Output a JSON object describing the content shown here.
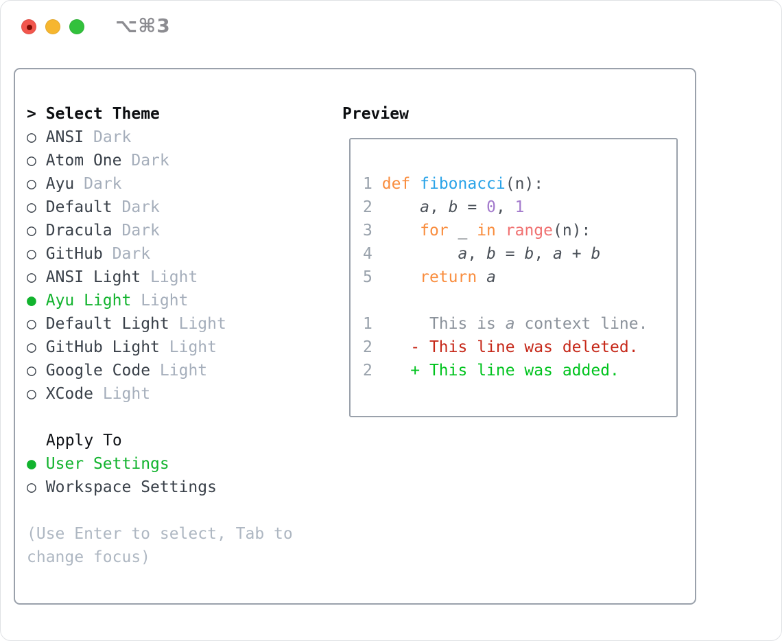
{
  "window": {
    "title_shortcut": "⌥⌘3",
    "traffic_lights": [
      {
        "name": "close",
        "color": "#f2564d"
      },
      {
        "name": "minimize",
        "color": "#f6b62f"
      },
      {
        "name": "zoom",
        "color": "#32c13c"
      }
    ]
  },
  "icons": {
    "focus_caret": ">",
    "radio_selected": "●",
    "radio_unselected": "○"
  },
  "colors": {
    "accent_green": "#12b32e",
    "panel_border": "#9aa1ab",
    "variant_gray": "#a5aebb",
    "hint_gray": "#aeb7c2",
    "text_dark": "#394049",
    "header_black": "#0c0e11",
    "line_number_gray": "#98a1ab",
    "code_default": "#4a5058",
    "keyword_orange": "#f98d3e",
    "function_blue": "#2aa3e8",
    "number_purple": "#a37acc",
    "builtin_coral": "#f07171",
    "context_gray": "#8b929b",
    "diff_red": "#c62819",
    "diff_green": "#00c31e"
  },
  "theme_picker": {
    "header": "Select Theme",
    "items": [
      {
        "name": "ANSI",
        "variant": "Dark",
        "selected": false
      },
      {
        "name": "Atom One",
        "variant": "Dark",
        "selected": false
      },
      {
        "name": "Ayu",
        "variant": "Dark",
        "selected": false
      },
      {
        "name": "Default",
        "variant": "Dark",
        "selected": false
      },
      {
        "name": "Dracula",
        "variant": "Dark",
        "selected": false
      },
      {
        "name": "GitHub",
        "variant": "Dark",
        "selected": false
      },
      {
        "name": "ANSI Light",
        "variant": "Light",
        "selected": false
      },
      {
        "name": "Ayu Light",
        "variant": "Light",
        "selected": true
      },
      {
        "name": "Default Light",
        "variant": "Light",
        "selected": false
      },
      {
        "name": "GitHub Light",
        "variant": "Light",
        "selected": false
      },
      {
        "name": "Google Code",
        "variant": "Light",
        "selected": false
      },
      {
        "name": "XCode",
        "variant": "Light",
        "selected": false
      }
    ],
    "apply_to": {
      "header": "Apply To",
      "options": [
        {
          "name": "User Settings",
          "selected": true
        },
        {
          "name": "Workspace Settings",
          "selected": false
        }
      ]
    },
    "hint_lines": [
      "(Use Enter to select, Tab to",
      "change focus)"
    ]
  },
  "preview": {
    "header": "Preview",
    "lines": [
      {
        "number": "1",
        "tokens": [
          {
            "text": "def",
            "style": "keyword"
          },
          {
            "text": " ",
            "style": "default"
          },
          {
            "text": "fibonacci",
            "style": "function"
          },
          {
            "text": "(n):",
            "style": "default"
          }
        ]
      },
      {
        "number": "2",
        "tokens": [
          {
            "text": "    ",
            "style": "default"
          },
          {
            "text": "a",
            "style": "variable"
          },
          {
            "text": ", ",
            "style": "default"
          },
          {
            "text": "b",
            "style": "variable"
          },
          {
            "text": " = ",
            "style": "default"
          },
          {
            "text": "0",
            "style": "number"
          },
          {
            "text": ", ",
            "style": "default"
          },
          {
            "text": "1",
            "style": "number"
          }
        ]
      },
      {
        "number": "3",
        "tokens": [
          {
            "text": "    ",
            "style": "default"
          },
          {
            "text": "for",
            "style": "keyword"
          },
          {
            "text": " _ ",
            "style": "default"
          },
          {
            "text": "in",
            "style": "keyword"
          },
          {
            "text": " ",
            "style": "default"
          },
          {
            "text": "range",
            "style": "builtin"
          },
          {
            "text": "(n):",
            "style": "default"
          }
        ]
      },
      {
        "number": "4",
        "tokens": [
          {
            "text": "        ",
            "style": "default"
          },
          {
            "text": "a",
            "style": "variable"
          },
          {
            "text": ", ",
            "style": "default"
          },
          {
            "text": "b",
            "style": "variable"
          },
          {
            "text": " = ",
            "style": "default"
          },
          {
            "text": "b",
            "style": "variable"
          },
          {
            "text": ", ",
            "style": "default"
          },
          {
            "text": "a",
            "style": "variable"
          },
          {
            "text": " + ",
            "style": "default"
          },
          {
            "text": "b",
            "style": "variable"
          }
        ]
      },
      {
        "number": "5",
        "tokens": [
          {
            "text": "    ",
            "style": "default"
          },
          {
            "text": "return",
            "style": "keyword"
          },
          {
            "text": " ",
            "style": "default"
          },
          {
            "text": "a",
            "style": "variable"
          }
        ]
      },
      {
        "number": "",
        "tokens": []
      },
      {
        "number": "1",
        "tokens": [
          {
            "text": "     ",
            "style": "default"
          },
          {
            "text": "This is ",
            "style": "context"
          },
          {
            "text": "a",
            "style": "context-italic"
          },
          {
            "text": " context line.",
            "style": "context"
          }
        ]
      },
      {
        "number": "2",
        "tokens": [
          {
            "text": "   ",
            "style": "default"
          },
          {
            "text": "- This line was deleted.",
            "style": "deleted"
          }
        ]
      },
      {
        "number": "2",
        "tokens": [
          {
            "text": "   ",
            "style": "default"
          },
          {
            "text": "+ This line was added.",
            "style": "added"
          }
        ]
      }
    ]
  }
}
